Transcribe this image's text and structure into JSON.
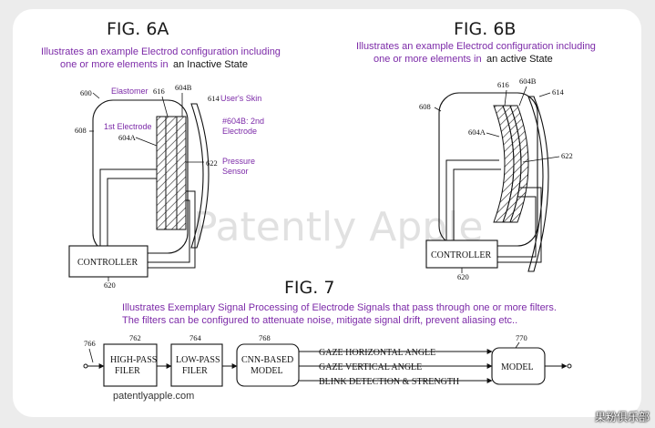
{
  "fig6a": {
    "title": "FIG. 6A",
    "desc_line1": "Illustrates an example Electrod configuration including",
    "desc_line2_prefix": "one or more elements in",
    "desc_line2_bold": "an Inactive State",
    "labels": {
      "elastomer": "Elastomer",
      "user_skin": "User's Skin",
      "first_electrode": "1st Electrode",
      "second_electrode_line1": "#604B: 2nd",
      "second_electrode_line2": "Electrode",
      "pressure_line1": "Pressure",
      "pressure_line2": "Sensor"
    },
    "refs": {
      "r600": "600",
      "r616": "616",
      "r604b": "604B",
      "r614": "614",
      "r608": "608",
      "r604a": "604A",
      "r622": "622",
      "r620": "620"
    },
    "controller": "CONTROLLER"
  },
  "fig6b": {
    "title": "FIG. 6B",
    "desc_line1": "Illustrates an example Electrod configuration including",
    "desc_line2_prefix": "one or more elements in",
    "desc_line2_bold": "an active State",
    "refs": {
      "r616": "616",
      "r604b": "604B",
      "r614": "614",
      "r608": "608",
      "r604a": "604A",
      "r622": "622",
      "r620": "620"
    },
    "controller": "CONTROLLER"
  },
  "fig7": {
    "title": "FIG. 7",
    "desc_line1": "Illustrates Exemplary Signal Processing of Electrode Signals that pass through one or more filters.",
    "desc_line2": "The filters can be configured to attenuate noise, mitigate signal drift, prevent aliasing etc..",
    "refs": {
      "r766": "766",
      "r762": "762",
      "r764": "764",
      "r768": "768",
      "r770": "770"
    },
    "blocks": {
      "highpass_line1": "HIGH-PASS",
      "highpass_line2": "FILER",
      "lowpass_line1": "LOW-PASS",
      "lowpass_line2": "FILER",
      "cnn_line1": "CNN-BASED",
      "cnn_line2": "MODEL",
      "model": "MODEL"
    },
    "outputs": [
      "GAZE HORIZONTAL ANGLE",
      "GAZE VERTICAL ANGLE",
      "BLINK DETECTION & STRENGTH"
    ]
  },
  "watermark": "Patently Apple",
  "site": "patentlyapple.com",
  "badge": "果粉俱乐部"
}
